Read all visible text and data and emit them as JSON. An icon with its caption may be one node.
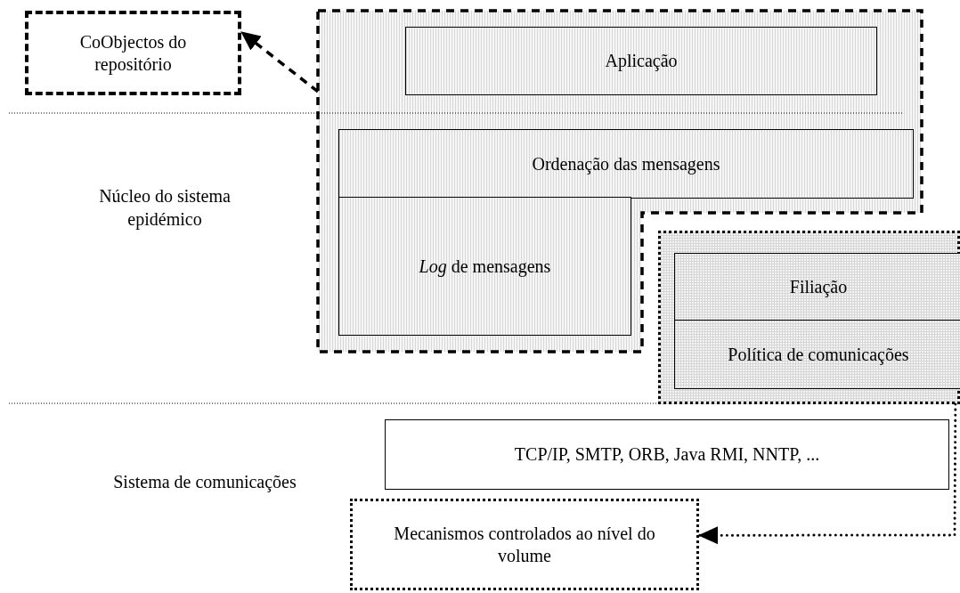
{
  "diagram": {
    "nodes": [
      {
        "text": [
          "CoObjectos do repositório"
        ]
      },
      {
        "text": [],
        "shape": "box"
      },
      {
        "text": [
          "Aplicação"
        ],
        "in": 1
      },
      {
        "text": [
          "Ordenação das mensagens"
        ],
        "in": 1
      },
      {
        "text": [
          "*Log* de mensagens"
        ],
        "in": 1
      },
      {
        "text": [],
        "shape": "box"
      },
      {
        "text": [
          "Filiação"
        ],
        "in": 5
      },
      {
        "text": [
          "Política de comunicações"
        ],
        "in": 5
      },
      {
        "text": [
          "TCP/IP, SMTP, ORB, Java RMI, NNTP, ..."
        ]
      },
      {
        "text": [
          "Mecanismos controlados ao nível do volume"
        ]
      }
    ],
    "edges": [
      {
        "from": 1,
        "to": 0,
        "arrow": "to",
        "style": "dashed"
      },
      {
        "from": 5,
        "to": 9,
        "arrow": "to",
        "style": "dashed"
      }
    ],
    "labels": [
      "Núcleo do sistema epidémico",
      "Sistema de comunicações"
    ]
  }
}
